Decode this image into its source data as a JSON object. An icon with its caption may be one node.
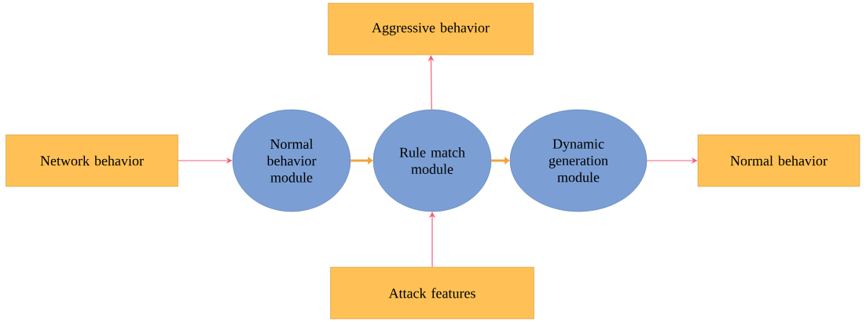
{
  "diagram": {
    "nodes": [
      {
        "text": [
          "Aggressive behavior"
        ]
      },
      {
        "text": [
          "Network behavior"
        ]
      },
      {
        "text": [
          "Normal behavior module"
        ]
      },
      {
        "text": [
          "Rule match module"
        ]
      },
      {
        "text": [
          "Dynamic generation module"
        ]
      },
      {
        "text": [
          "Normal behavior"
        ]
      },
      {
        "text": [
          "Attack features"
        ]
      }
    ],
    "edges": [
      {
        "from": 1,
        "to": 2,
        "arrow": "to"
      },
      {
        "from": 2,
        "to": 3,
        "arrow": "to",
        "style": "thick",
        "color": "#f0a43a"
      },
      {
        "from": 3,
        "to": 4,
        "arrow": "to",
        "style": "thick",
        "color": "#f0a43a"
      },
      {
        "from": 4,
        "to": 5,
        "arrow": "to"
      },
      {
        "from": 3,
        "to": 0,
        "arrow": "to"
      },
      {
        "from": 6,
        "to": 3,
        "arrow": "to"
      }
    ]
  }
}
